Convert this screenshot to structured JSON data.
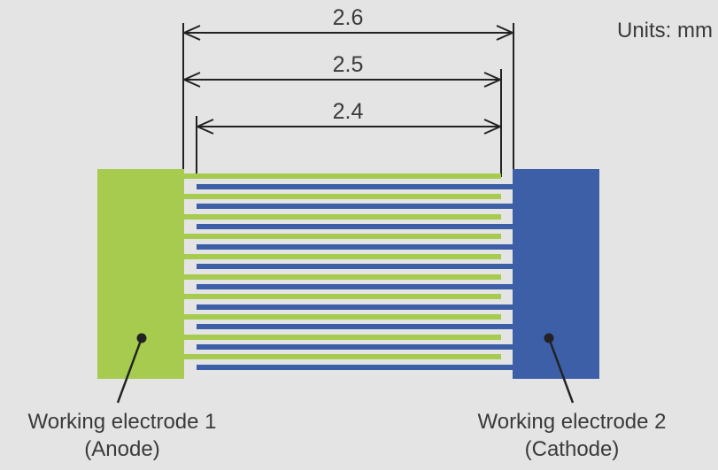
{
  "units_label": "Units: mm",
  "dimensions": {
    "outer": "2.6",
    "middle": "2.5",
    "inner": "2.4"
  },
  "electrode_left": {
    "line1": "Working electrode 1",
    "line2": "(Anode)"
  },
  "electrode_right": {
    "line1": "Working electrode 2",
    "line2": "(Cathode)"
  },
  "colors": {
    "background": "#e4e4e4",
    "anode": "#a6cb4f",
    "cathode": "#3d5fa8",
    "line": "#222222",
    "text": "#3a3a3a"
  }
}
